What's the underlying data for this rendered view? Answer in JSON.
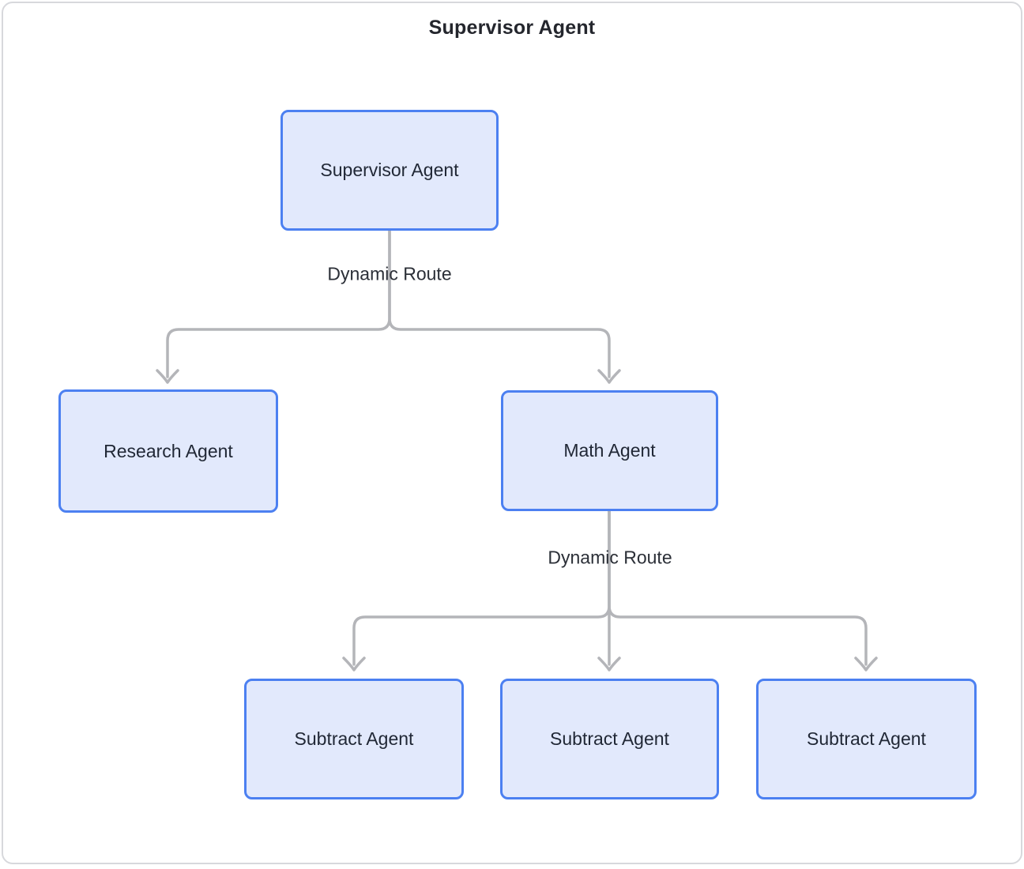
{
  "title": "Supervisor Agent",
  "nodes": [
    {
      "id": "supervisor",
      "label": "Supervisor Agent"
    },
    {
      "id": "research",
      "label": "Research Agent"
    },
    {
      "id": "math",
      "label": "Math Agent"
    },
    {
      "id": "subtract-1",
      "label": "Subtract Agent"
    },
    {
      "id": "subtract-2",
      "label": "Subtract Agent"
    },
    {
      "id": "subtract-3",
      "label": "Subtract Agent"
    }
  ],
  "edges": [
    {
      "from": "supervisor",
      "to": "research",
      "label": "Dynamic Route"
    },
    {
      "from": "supervisor",
      "to": "math",
      "label": "Dynamic Route"
    },
    {
      "from": "math",
      "to": "subtract-1",
      "label": "Dynamic Route"
    },
    {
      "from": "math",
      "to": "subtract-2",
      "label": "Dynamic Route"
    },
    {
      "from": "math",
      "to": "subtract-3",
      "label": "Dynamic Route"
    }
  ],
  "edge_labels": [
    {
      "text": "Dynamic Route"
    },
    {
      "text": "Dynamic Route"
    }
  ],
  "colors": {
    "node_fill": "#e2e9fc",
    "node_border": "#4c80f1",
    "connector": "#b4b5b9",
    "node_text": "#212836",
    "title_text": "#24262d",
    "card_border": "#d7d8dc",
    "background": "#ffffff"
  }
}
